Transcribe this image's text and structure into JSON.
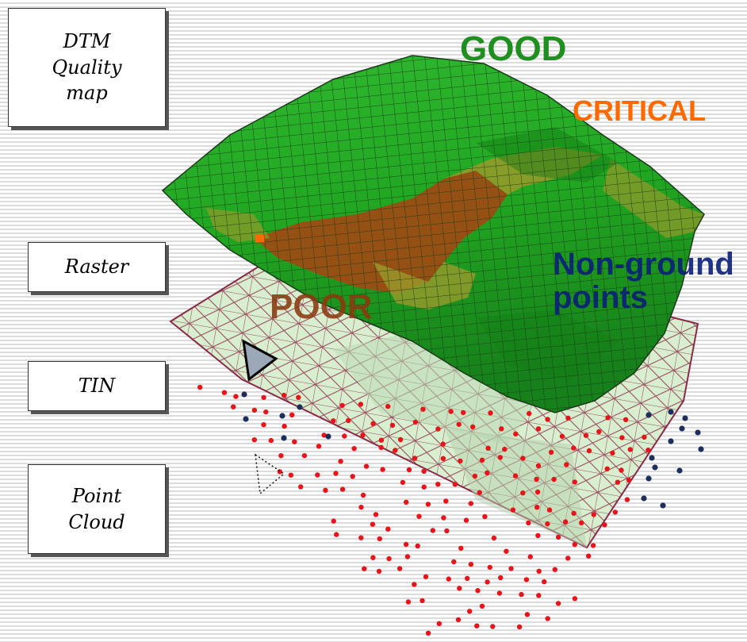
{
  "labels": {
    "dtm_quality_map": "DTM\nQuality\nmap",
    "raster": "Raster",
    "tin": "TIN",
    "point_cloud": "Point\nCloud"
  },
  "annotations": {
    "good": "GOOD",
    "critical": "CRITICAL",
    "poor": "POOR",
    "non_ground": "Non-ground\npoints"
  },
  "colors": {
    "good": "#1f8f1f",
    "critical": "#ff6a00",
    "poor": "#8b3a0f",
    "non_ground": "#0b1f7a",
    "ground_point": "#e8141a",
    "non_ground_point": "#1c2f5c",
    "tin_fill": "#d8efcf",
    "tin_edge": "#8a2a48",
    "raster_green": "#22b422",
    "raster_poor": "#a04a14",
    "raster_critical": "#9a9a2a"
  }
}
